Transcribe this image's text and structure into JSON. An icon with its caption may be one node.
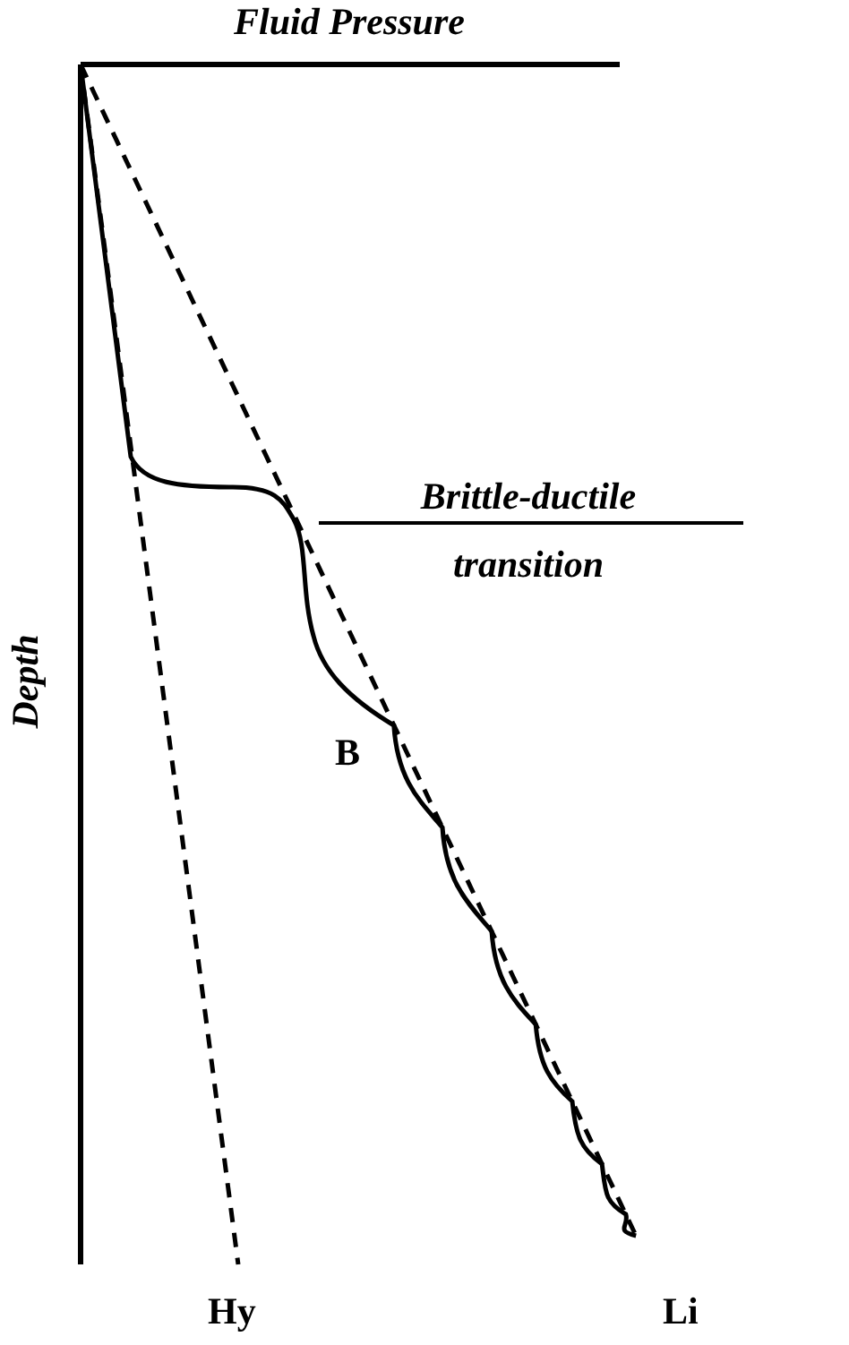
{
  "diagram": {
    "labels": [
      "Fluid Pressure",
      "Brittle-ductile transition",
      "Depth",
      "B",
      "Hy",
      "Li"
    ]
  }
}
